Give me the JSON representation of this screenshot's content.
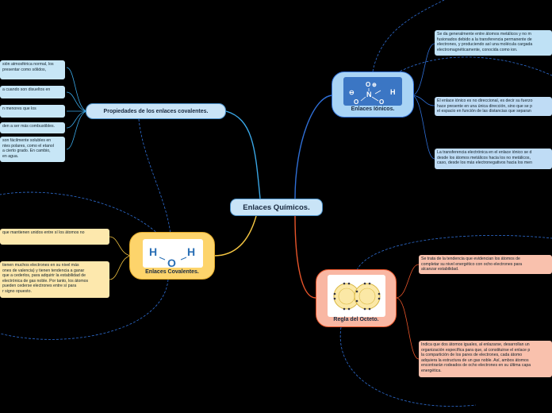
{
  "central": {
    "label": "Enlaces Químicos."
  },
  "ionic": {
    "label": "Enlaces Iónicos.",
    "notes": [
      "Se da generalmente entre átomos metálicos y no m\nfusionados debido a la transferencia permanente de\nelectrones, y produciendo así una molécula cargada\nelectromagnéticamente, conocida como ion.",
      "El enlace iónico es no direccional, es decir su fuerzo\nhace presente en una única dirección, sino que se p\nel espacio en función de las distancias que separan",
      "La transferencia electrónica en el enlace iónico se d\ndesde los átomos metálicos hacia los no metálicos,\ncaso, desde los más electronegativos hacia los men"
    ]
  },
  "covalent_props": {
    "label": "Propiedades de los enlaces covalentes.",
    "notes": [
      "sión atmosférica normal, los\npresentar como sólidos,",
      "a cuando son disueltos en",
      "n menores que los",
      "den a ser más combustibles.",
      "son fácilmente solubles en\nntes polares, como el etanol\na cierto grado. En cambio,\nen agua."
    ]
  },
  "covalent": {
    "label": "Enlaces Covalentes.",
    "notes": [
      "que mantienen unidos entre sí los átomos no",
      "tienen muchos electrones en su nivel más\nones de valencia) y tienen tendencia a ganar\n que a cederlos, para adquirir la estabilidad de\nelectrónica de gas noble. Por tanto, los átomos\n pueden cederse electrones entre sí para\nr signo opuesto."
    ]
  },
  "octet": {
    "label": "Regla del Octeto.",
    "notes": [
      "Se trata de la tendencia que evidencian los átomos de\ncompletar su nivel energético con ocho electrones para\nalcanzar estabilidad.",
      "Indica que dos átomos iguales, al enlazarse, desarrollan un\norganización específica para que, al constituirse el enlace p\nla compartición de los pares de electrones, cada átomo\nadquiera la estructura de un gas noble. Así, ambos átomos\nencontrarán rodeados de ocho electrones en su última capa\nenergética."
    ]
  },
  "glyphs": {
    "h": "H",
    "o": "O",
    "n": "N",
    "minus": "⊖",
    "plus": "⊕"
  },
  "colors": {
    "ionic_branch": "#2f6fd6",
    "covalent_branch": "#f4c542",
    "octet_branch": "#e8552a",
    "props_branch": "#3aa7e6",
    "background": "#000000"
  }
}
